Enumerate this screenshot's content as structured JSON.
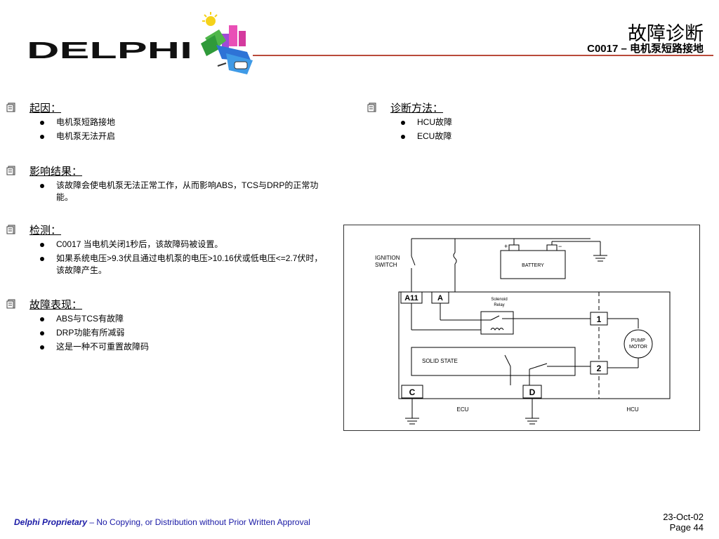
{
  "header": {
    "logo_text": "DELPHI",
    "title": "故障诊断",
    "subtitle": "C0017 – 电机泵短路接地"
  },
  "sections": {
    "cause": {
      "title": "起因：",
      "items": [
        "电机泵短路接地",
        "电机泵无法开启"
      ]
    },
    "effect": {
      "title": "影响结果：",
      "items": [
        "该故障会使电机泵无法正常工作，从而影响ABS，TCS与DRP的正常功能。"
      ]
    },
    "detect": {
      "title": "检测：",
      "items": [
        "C0017 当电机关闭1秒后，该故障码被设置。",
        "如果系统电压>9.3伏且通过电机泵的电压>10.16伏或低电压<=2.7伏时，该故障产生。"
      ]
    },
    "symptom": {
      "title": "故障表现：",
      "items": [
        "ABS与TCS有故障",
        "DRP功能有所减弱",
        "这是一种不可重置故障码"
      ]
    },
    "diagnosis": {
      "title": "诊断方法：",
      "items": [
        "HCU故障",
        "ECU故障"
      ]
    }
  },
  "circuit": {
    "ignition_switch": "IGNITION\nSWITCH",
    "battery": "BATTERY",
    "plus": "+",
    "minus": "−",
    "pin_a11": "A11",
    "pin_a": "A",
    "solenoid_relay": "Solenoid\nRelay",
    "pin_1": "1",
    "pin_2": "2",
    "pump_motor": "PUMP\nMOTOR",
    "solid_state": "SOLID STATE",
    "pin_c": "C",
    "pin_d": "D",
    "ecu": "ECU",
    "hcu": "HCU"
  },
  "footer": {
    "proprietary": "Delphi Proprietary",
    "notice": " – No Copying, or Distribution without Prior Written Approval",
    "date": "23-Oct-02",
    "page": "Page 44"
  },
  "colors": {
    "rule": "#b94a3a",
    "footer_text": "#1a1aa6"
  }
}
